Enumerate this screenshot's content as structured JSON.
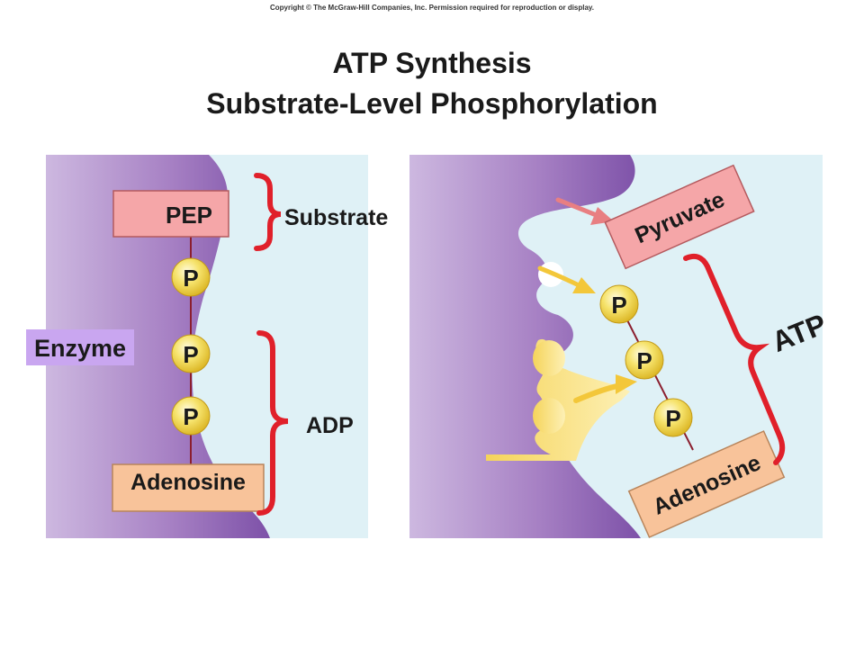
{
  "copyright": "Copyright © The McGraw-Hill Companies, Inc. Permission required for reproduction or display.",
  "title_line1": "ATP Synthesis",
  "title_line2": "Substrate-Level Phosphorylation",
  "left": {
    "pep": "PEP",
    "substrate": "Substrate",
    "enzyme": "Enzyme",
    "phosphate": "P",
    "adenosine": "Adenosine",
    "adp": "ADP"
  },
  "right": {
    "pyruvate": "Pyruvate",
    "phosphate": "P",
    "adenosine": "Adenosine",
    "atp": "ATP"
  },
  "colors": {
    "background_panel": "#dff1f6",
    "enzyme_purple": "#9a74b8",
    "pep_box": "#f5a6a8",
    "adenosine_box": "#f8c39a",
    "phosphate": "#f3dc55",
    "bracket": "#e0202a",
    "enzyme_label_bg": "#c9a6f0"
  }
}
